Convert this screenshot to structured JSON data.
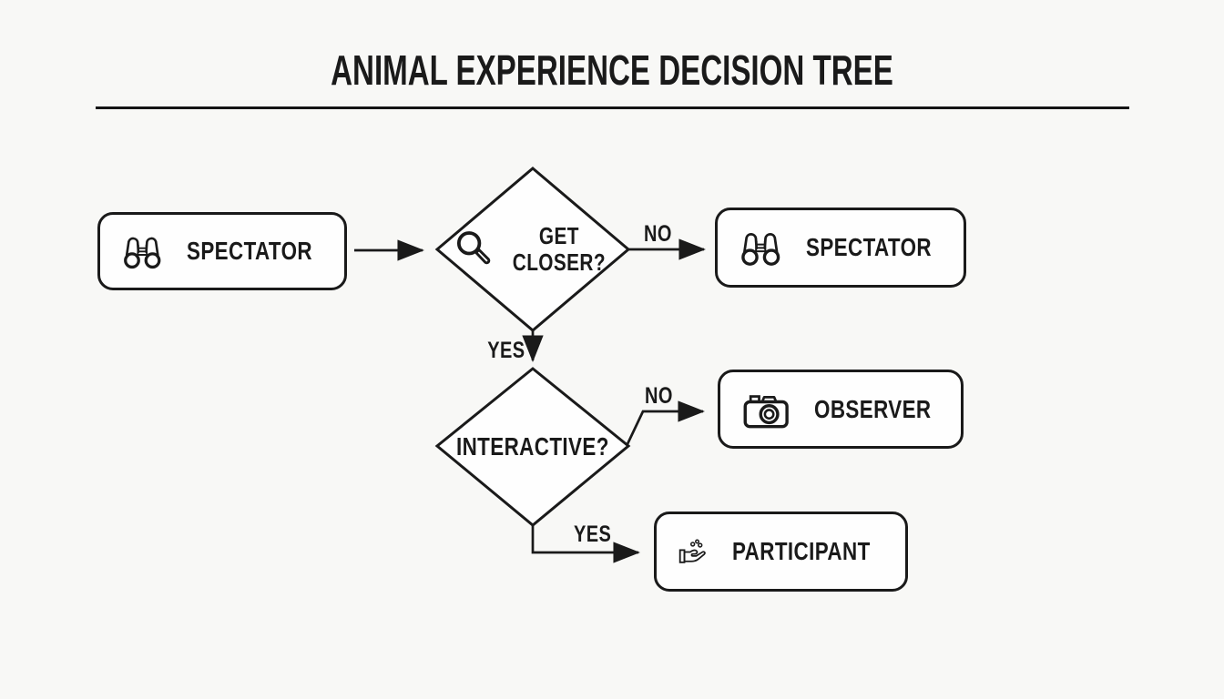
{
  "title": {
    "text": "ANIMAL EXPERIENCE DECISION TREE"
  },
  "colors": {
    "background": "#f8f8f6",
    "node_fill": "#fefefe",
    "stroke": "#1a1a1a",
    "text": "#1a1a1a"
  },
  "nodes": {
    "start": {
      "label": "SPECTATOR",
      "icon": "binoculars-icon",
      "type": "start"
    },
    "decision1": {
      "line1": "GET",
      "line2": "CLOSER?",
      "icon": "magnifier-icon",
      "type": "decision"
    },
    "decision2": {
      "label": "INTERACTIVE?",
      "type": "decision"
    },
    "outcome_spectator": {
      "label": "SPECTATOR",
      "icon": "binoculars-icon",
      "type": "outcome"
    },
    "outcome_observer": {
      "label": "OBSERVER",
      "icon": "camera-icon",
      "type": "outcome"
    },
    "outcome_participant": {
      "label": "PARTICIPANT",
      "icon": "hand-feeding-icon",
      "type": "outcome"
    }
  },
  "edges": {
    "start_to_decision1": {
      "label": ""
    },
    "decision1_no": {
      "label": "NO",
      "target": "SPECTATOR"
    },
    "decision1_yes": {
      "label": "YES",
      "target": "INTERACTIVE?"
    },
    "decision2_no": {
      "label": "NO",
      "target": "OBSERVER"
    },
    "decision2_yes": {
      "label": "YES",
      "target": "PARTICIPANT"
    }
  }
}
